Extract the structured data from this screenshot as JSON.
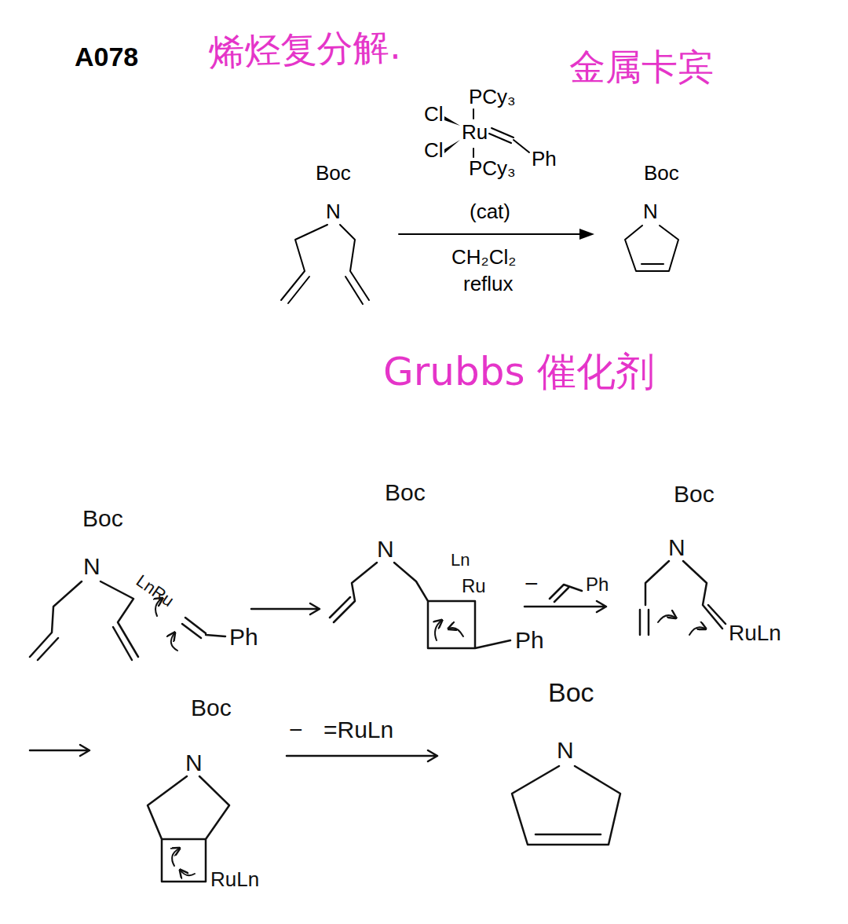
{
  "diagram": {
    "labels": [
      "A078",
      "烯烃复分解.",
      "金属卡宾",
      "PCy₃",
      "Cl",
      "Ru",
      "Cl",
      "PCy₃",
      "Ph",
      "Boc",
      "N",
      "(cat)",
      "CH₂Cl₂",
      "reflux",
      "Boc",
      "N",
      "Grubbs 催化剂",
      "Boc",
      "N",
      "LnRu",
      "Ph",
      "Boc",
      "N",
      "Ln",
      "Ru",
      "Ph",
      "−",
      "Ph",
      "Boc",
      "N",
      "RuLn",
      "Boc",
      "N",
      "RuLn",
      "−",
      "=RuLn",
      "Boc",
      "N"
    ]
  }
}
